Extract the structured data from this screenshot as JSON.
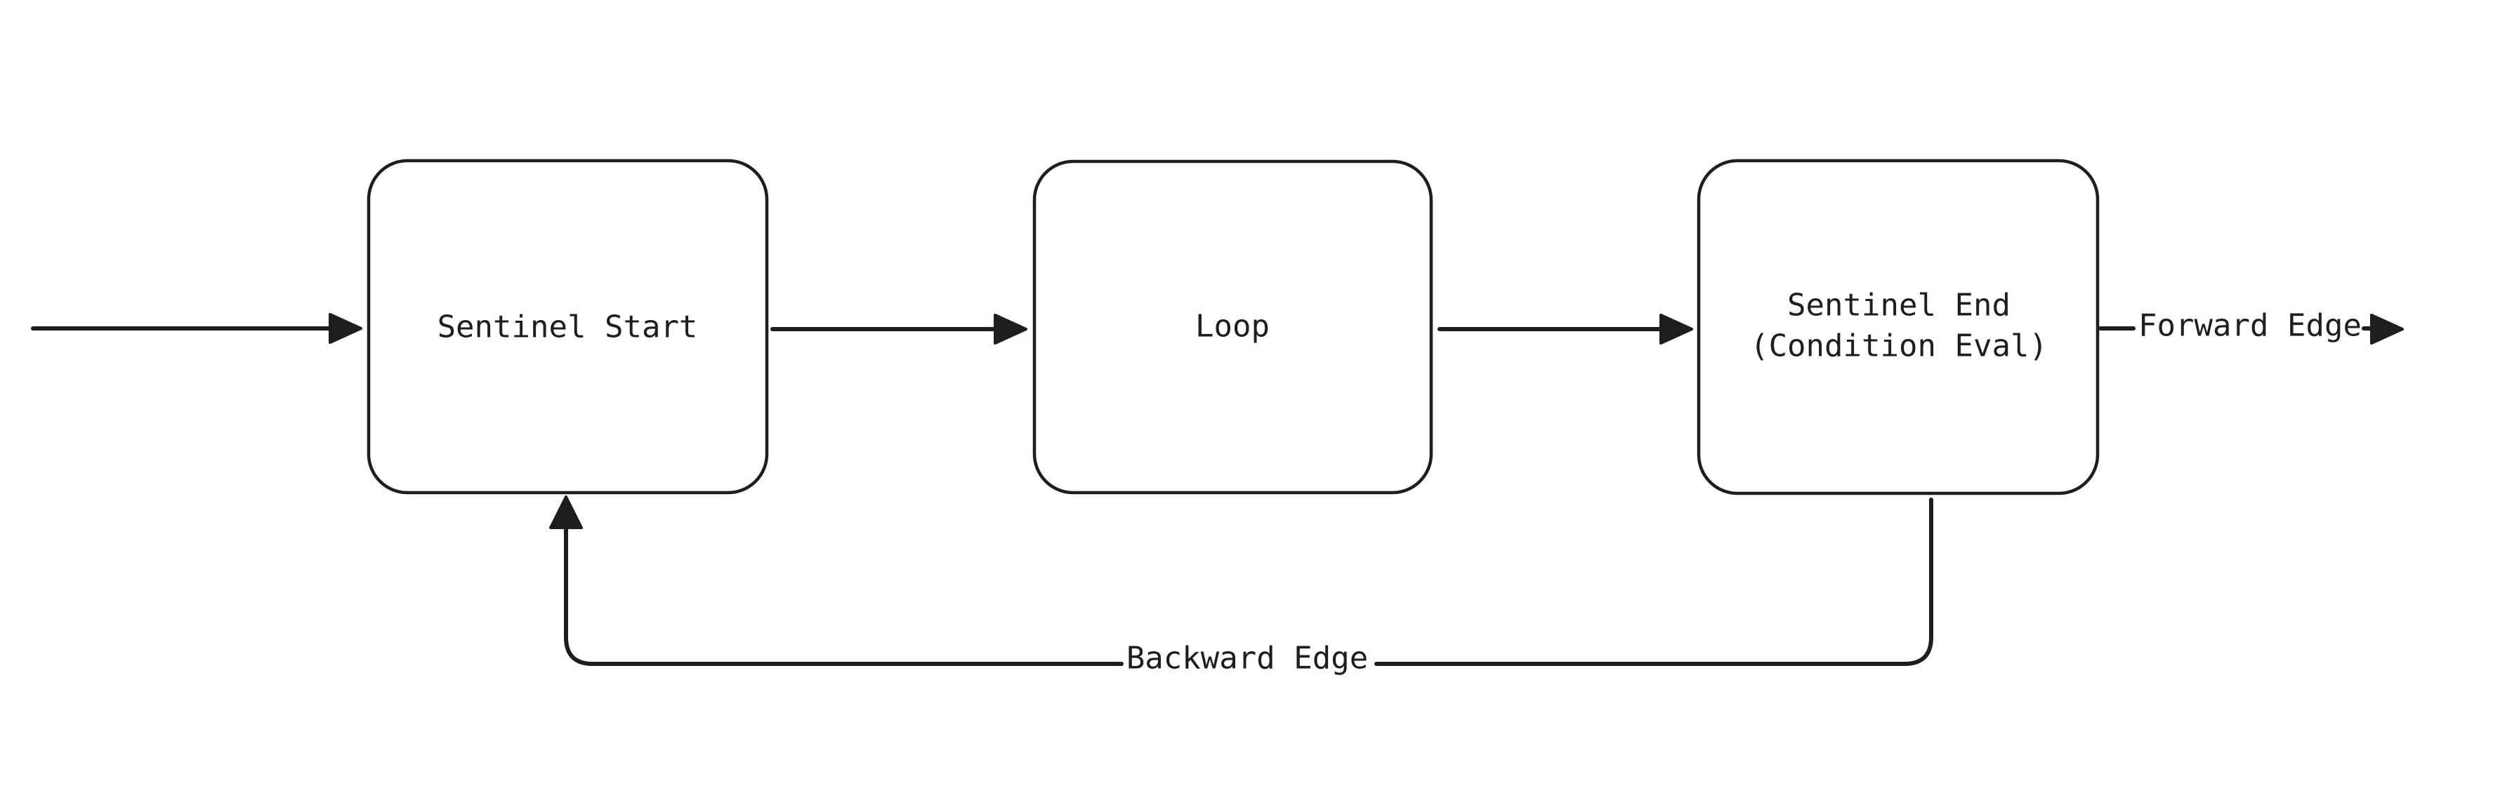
{
  "canvas": {
    "background_color": "#ffffff",
    "stroke_color": "#1e1e1e",
    "text_color": "#1e1e1e"
  },
  "nodes": [
    {
      "id": "sentinel-start",
      "shape": "rounded-rectangle",
      "label": "Sentinel Start"
    },
    {
      "id": "loop",
      "shape": "rounded-rectangle",
      "label": "Loop"
    },
    {
      "id": "sentinel-end",
      "shape": "rounded-rectangle",
      "label_line1": "Sentinel End",
      "label_line2": "(Condition Eval)"
    }
  ],
  "edges": [
    {
      "id": "entry-edge",
      "from": "start",
      "to": "sentinel-start",
      "label": "",
      "direction": "right"
    },
    {
      "id": "start-to-loop-edge",
      "from": "sentinel-start",
      "to": "loop",
      "label": "",
      "direction": "right"
    },
    {
      "id": "loop-to-end-edge",
      "from": "loop",
      "to": "sentinel-end",
      "label": "",
      "direction": "right"
    },
    {
      "id": "forward-edge",
      "from": "sentinel-end",
      "to": "exit",
      "label": "Forward Edge",
      "direction": "right"
    },
    {
      "id": "backward-edge",
      "from": "sentinel-end",
      "to": "sentinel-start",
      "label": "Backward Edge",
      "direction": "up-into-sentinel-start"
    }
  ]
}
